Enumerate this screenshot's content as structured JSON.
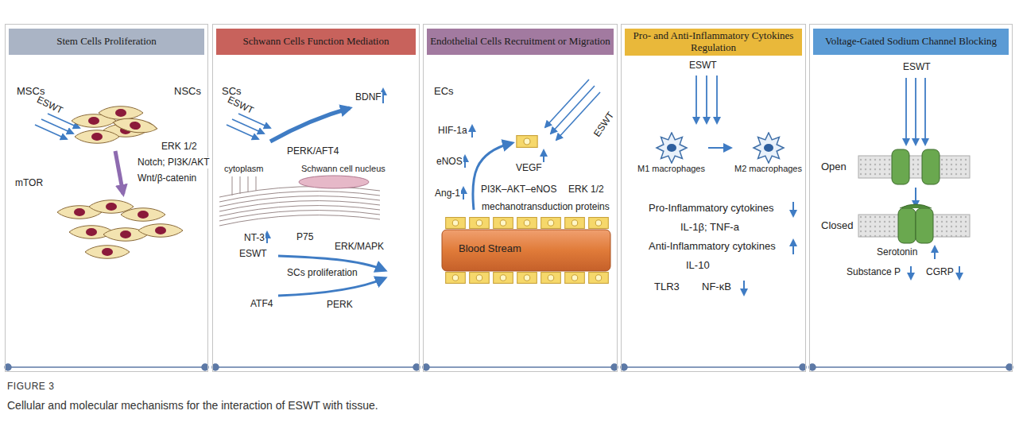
{
  "diagram": {
    "caption": "Cellular and molecular mechanisms for the interaction of ESWT with tissue.",
    "nodes": [
      {
        "text": [
          "Stem Cells Proliferation"
        ]
      },
      {
        "text": [
          "Schwann Cells Function Mediation"
        ]
      },
      {
        "text": [
          "Endothelial Cells Recruitment or Migration"
        ]
      },
      {
        "text": [
          "Pro- and Anti-Inflammatory Cytokines Regulation"
        ]
      },
      {
        "text": [
          "Voltage-Gated Sodium Channel Blocking"
        ]
      },
      {
        "text": [
          "M1 macrophages"
        ],
        "in": 3
      },
      {
        "text": [
          "M2 macrophages"
        ],
        "in": 3
      }
    ],
    "edges": [
      {
        "from": 5,
        "to": 6,
        "arrow": "to"
      }
    ],
    "labels": [
      "MSCs",
      "NSCs",
      "ESWT",
      "ERK 1/2",
      "mTOR",
      "Notch; PI3K/AKT",
      "Wnt/β-catenin",
      "SCs",
      "ESWT",
      "PERK/AFT4",
      "BDNF",
      "cytoplasm",
      "Schwann cell nucleus",
      "NT-3",
      "ESWT",
      "P75",
      "ERK/MAPK",
      "SCs proliferation",
      "ATF4",
      "PERK",
      "ECs",
      "HIF-1a",
      "eNOS",
      "VEGF",
      "ESWT",
      "Ang-1",
      "PI3K–AKT–eNOS",
      "ERK 1/2",
      "mechanotransduction proteins",
      "Blood Stream",
      "ESWT",
      "Pro-Inflammatory cytokines",
      "IL-1β; TNF-a",
      "Anti-Inflammatory cytokines",
      "IL-10",
      "TLR3",
      "NF-κB",
      "ESWT",
      "Open",
      "Closed",
      "Serotonin",
      "Substance P",
      "CGRP",
      "FIGURE 3"
    ]
  }
}
